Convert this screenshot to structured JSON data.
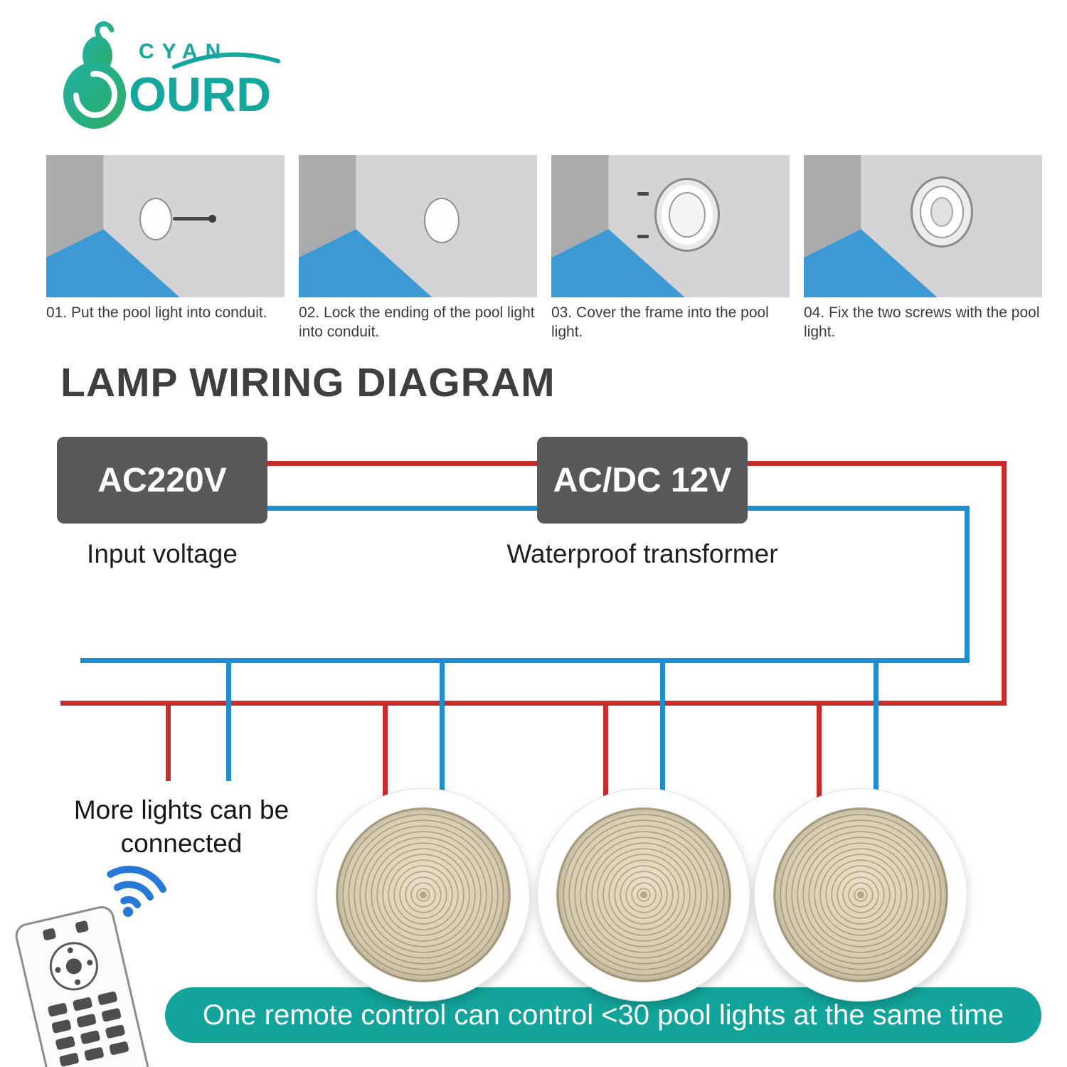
{
  "colors": {
    "teal": "#14a79d",
    "box_gray": "#57585a",
    "wire_red": "#c92b2b",
    "wire_blue": "#1d8fd0",
    "water_blue": "#3d99d4",
    "banner_bg": "#12a39a"
  },
  "logo": {
    "brand_top": "CYAN",
    "brand_bottom": "OURD"
  },
  "steps": [
    {
      "caption": "01. Put the pool light into conduit."
    },
    {
      "caption": "02. Lock the ending of the pool light into conduit."
    },
    {
      "caption": "03. Cover the frame into the pool light."
    },
    {
      "caption": "04. Fix the two screws with the pool light."
    }
  ],
  "wiring": {
    "title": "LAMP WIRING DIAGRAM",
    "input_box_label": "AC220V",
    "input_caption": "Input voltage",
    "transformer_box_label": "AC/DC 12V",
    "transformer_caption": "Waterproof transformer",
    "more_lights_note": "More lights can be connected",
    "lights_count": 3
  },
  "banner": {
    "text": "One remote control can control <30 pool lights at the same time"
  }
}
